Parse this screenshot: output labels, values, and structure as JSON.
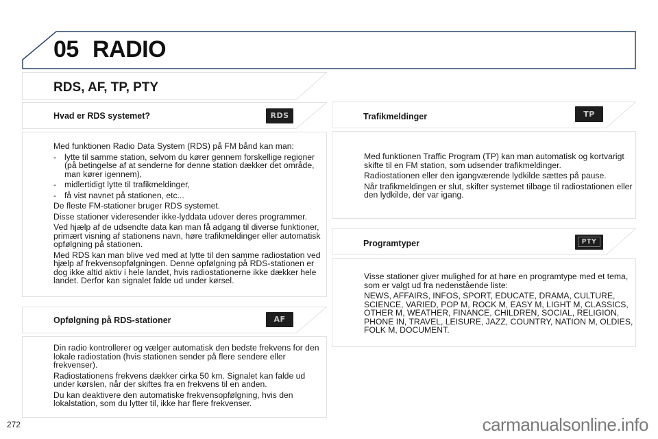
{
  "chapter": {
    "number": "05",
    "title": "RADIO"
  },
  "subtitle": "RDS, AF, TP, PTY",
  "sections": [
    {
      "id": "rds",
      "heading": "Hvad er RDS systemet?",
      "badge": "RDS",
      "intro": "Med funktionen Radio Data System (RDS) på FM bånd kan man:",
      "bullets": [
        "lytte til samme station, selvom du kører gennem forskellige regioner (på betingelse af at senderne for denne station dækker det område, man kører igennem),",
        "midlertidigt lytte til trafikmeldinger,",
        "få vist navnet på stationen, etc..."
      ],
      "paragraphs": [
        "De fleste FM-stationer bruger RDS systemet.",
        "Disse stationer videresender ikke-lyddata udover deres programmer.",
        "Ved hjælp af de udsendte data kan man få adgang til diverse funktioner, primært visning af stationens navn, høre trafikmeldinger eller automatisk opfølgning på stationen.",
        "Med RDS kan man blive ved med at lytte til den samme radiostation ved hjælp af frekvensopfølgningen. Denne opfølgning på RDS-stationen er dog ikke altid aktiv i hele landet, hvis radiostationerne ikke dækker hele landet. Derfor kan signalet falde ud under kørsel."
      ]
    },
    {
      "id": "af",
      "heading": "Opfølgning på RDS-stationer",
      "badge": "AF",
      "paragraphs": [
        "Din radio kontrollerer og vælger automatisk den bedste frekvens for den lokale radiostation (hvis stationen sender på flere sendere eller frekvenser).",
        "Radiostationens frekvens dækker cirka 50 km. Signalet kan falde ud under kørslen, når der skiftes fra en frekvens til en anden.",
        "Du kan deaktivere den automatiske frekvensopfølgning, hvis den lokalstation, som du lytter til, ikke har flere frekvenser."
      ]
    },
    {
      "id": "tp",
      "heading": "Trafikmeldinger",
      "badge": "TP",
      "paragraphs": [
        "Med funktionen Traffic Program (TP) kan man automatisk og kortvarigt skifte til en FM station, som udsender trafikmeldinger.",
        "Radiostationen eller den igangværende lydkilde sættes på pause.",
        "Når trafikmeldingen er slut, skifter systemet tilbage til radiostationen eller den lydkilde, der var igang."
      ]
    },
    {
      "id": "pty",
      "heading": "Programtyper",
      "badge": "PTY",
      "paragraphs": [
        "Visse stationer giver mulighed for at høre en programtype med et tema, som er valgt ud fra nedenstående liste:",
        "NEWS, AFFAIRS, INFOS, SPORT, EDUCATE, DRAMA, CULTURE, SCIENCE, VARIED, POP M, ROCK M, EASY M, LIGHT M, CLASSICS, OTHER M, WEATHER, FINANCE, CHILDREN, SOCIAL, RELIGION, PHONE IN, TRAVEL, LEISURE, JAZZ, COUNTRY, NATION M, OLDIES, FOLK M, DOCUMENT."
      ]
    }
  ],
  "footer": {
    "page_number": "272",
    "watermark": "carmanualsonline.info"
  },
  "colors": {
    "chapter_border": "#2b4570",
    "box_border": "#e2e2e2",
    "badge_bg": "#1e1e1e",
    "badge_text": "#c8c8c8"
  }
}
